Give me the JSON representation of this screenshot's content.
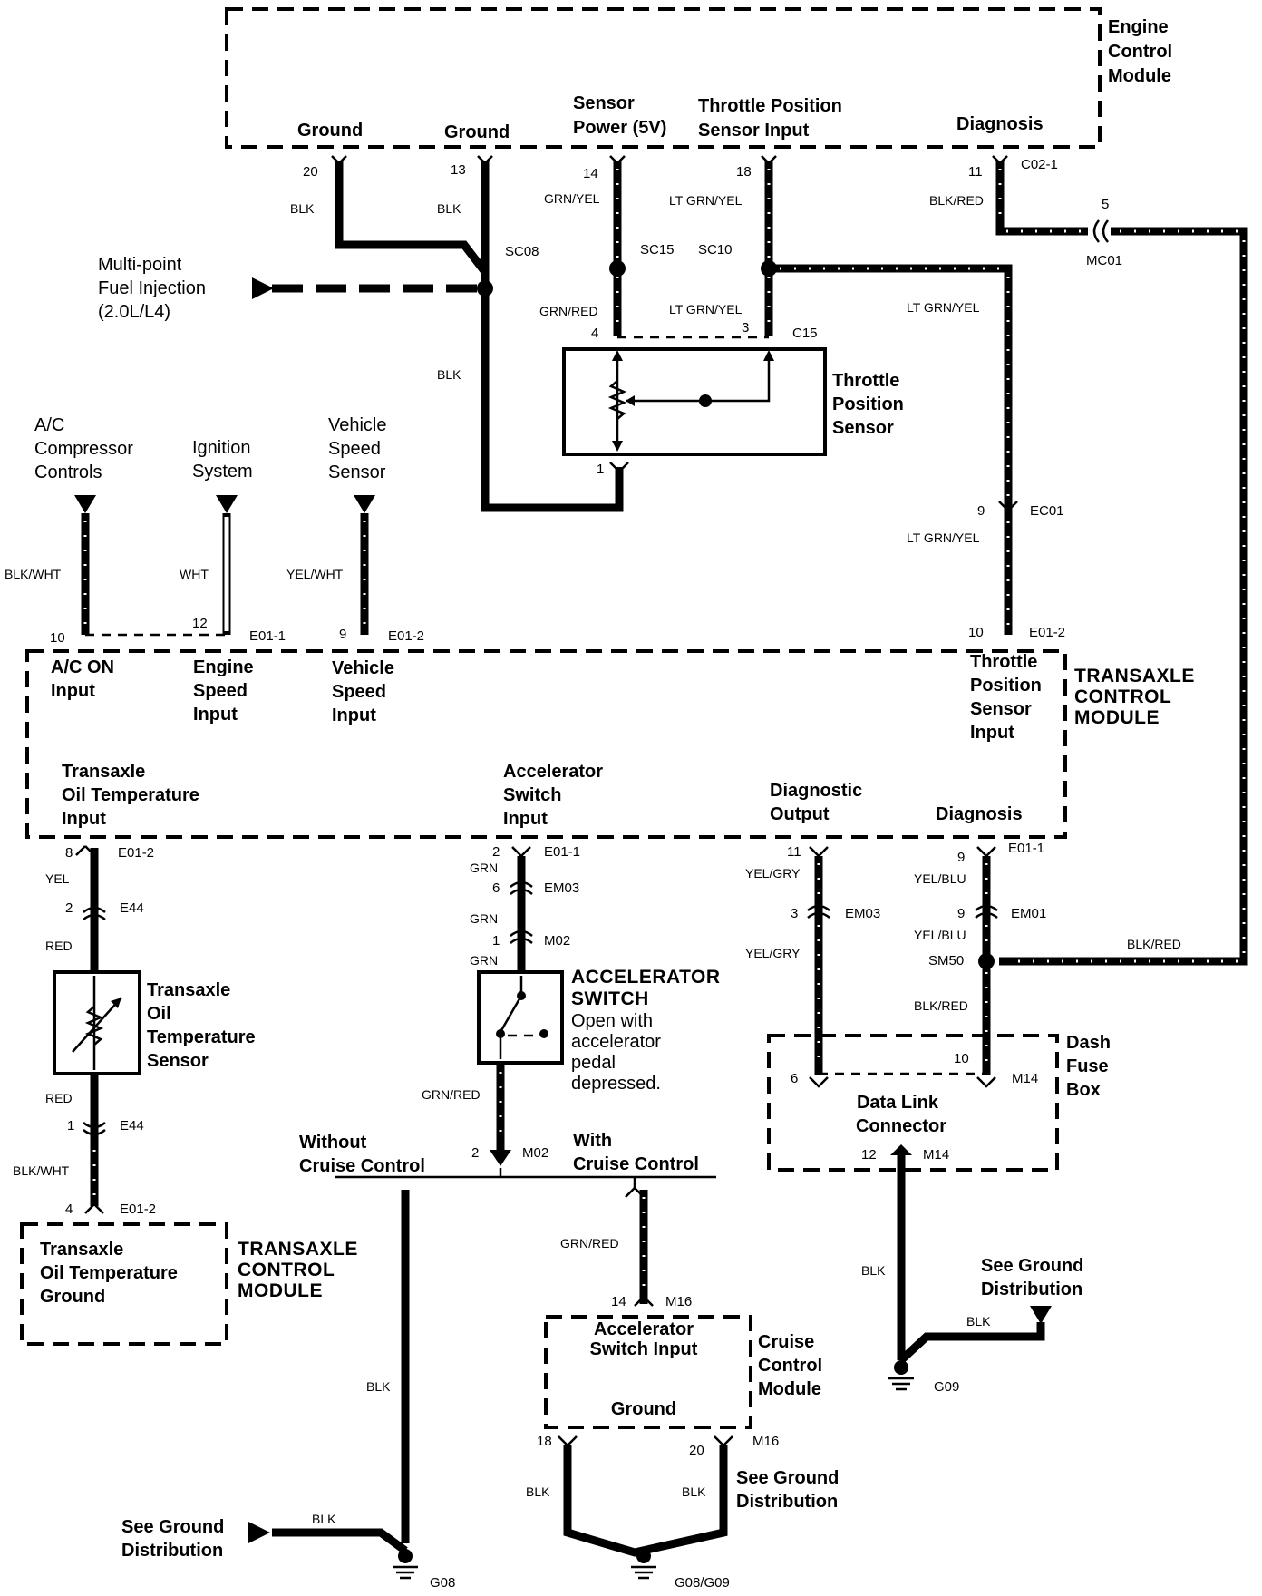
{
  "ecm": {
    "title_lines": [
      "Engine",
      "Control",
      "Module"
    ],
    "pins": {
      "ground1": "Ground",
      "ground2": "Ground",
      "sensor_power": [
        "Sensor",
        "Power (5V)"
      ],
      "tps_input": [
        "Throttle Position",
        "Sensor Input"
      ],
      "diagnosis": "Diagnosis"
    },
    "connector": "C02-1"
  },
  "tcm_main": {
    "title_lines": [
      "TRANSAXLE",
      "CONTROL",
      "MODULE"
    ],
    "inputs": {
      "ac_on": [
        "A/C ON",
        "Input"
      ],
      "engine_speed": [
        "Engine",
        "Speed",
        "Input"
      ],
      "vehicle_speed": [
        "Vehicle",
        "Speed",
        "Input"
      ],
      "tps": [
        "Throttle",
        "Position",
        "Sensor",
        "Input"
      ],
      "oil_temp": [
        "Transaxle",
        "Oil Temperature",
        "Input"
      ],
      "accel_switch": [
        "Accelerator",
        "Switch",
        "Input"
      ],
      "diag_output": [
        "Diagnostic",
        "Output"
      ],
      "diagnosis": "Diagnosis"
    }
  },
  "tcm_ground": {
    "box_lines": [
      "Transaxle",
      "Oil Temperature",
      "Ground"
    ],
    "title_lines": [
      "TRANSAXLE",
      "CONTROL",
      "MODULE"
    ]
  },
  "sources": {
    "mfi": [
      "Multi-point",
      "Fuel Injection",
      "(2.0L/L4)"
    ],
    "ac": [
      "A/C",
      "Compressor",
      "Controls"
    ],
    "ignition": [
      "Ignition",
      "System"
    ],
    "vss": [
      "Vehicle",
      "Speed",
      "Sensor"
    ]
  },
  "components": {
    "tps": [
      "Throttle",
      "Position",
      "Sensor"
    ],
    "oil_temp_sensor": [
      "Transaxle",
      "Oil",
      "Temperature",
      "Sensor"
    ],
    "accel_switch_title": [
      "ACCELERATOR",
      "SWITCH"
    ],
    "accel_switch_note": [
      "Open with",
      "accelerator",
      "pedal",
      "depressed."
    ],
    "dlc": [
      "Data Link",
      "Connector"
    ],
    "fuse_box": [
      "Dash",
      "Fuse",
      "Box"
    ],
    "cruise": [
      "Cruise",
      "Control",
      "Module"
    ],
    "cruise_input": [
      "Accelerator",
      "Switch Input"
    ],
    "cruise_ground": "Ground"
  },
  "branches": {
    "without": [
      "Without",
      "Cruise Control"
    ],
    "with": [
      "With",
      "Cruise Control"
    ]
  },
  "ground_refs": {
    "left": [
      "See Ground",
      "Distribution"
    ],
    "middle": [
      "See Ground",
      "Distribution"
    ],
    "right": [
      "See Ground",
      "Distribution"
    ]
  },
  "grounds": {
    "g08": "G08",
    "g08g09": "G08/G09",
    "g09": "G09"
  },
  "wire_colors": {
    "blk": "BLK",
    "grn_yel": "GRN/YEL",
    "lt_grn_yel": "LT GRN/YEL",
    "grn_red": "GRN/RED",
    "blk_red": "BLK/RED",
    "blk_wht": "BLK/WHT",
    "wht": "WHT",
    "yel_wht": "YEL/WHT",
    "yel": "YEL",
    "red": "RED",
    "grn": "GRN",
    "yel_gry": "YEL/GRY",
    "yel_blu": "YEL/BLU"
  },
  "pin_numbers": {
    "p20": "20",
    "p13": "13",
    "p14": "14",
    "p18": "18",
    "p11": "11",
    "p5": "5",
    "p4": "4",
    "p3": "3",
    "p1": "1",
    "p9": "9",
    "p10": "10",
    "p12": "12",
    "p8": "8",
    "p2": "2",
    "p6": "6"
  },
  "connectors": {
    "mc01": "MC01",
    "c15": "C15",
    "ec01": "EC01",
    "e01_1": "E01-1",
    "e01_2": "E01-2",
    "e44": "E44",
    "em03": "EM03",
    "m02": "M02",
    "em01": "EM01",
    "m14": "M14",
    "m16": "M16"
  },
  "splices": {
    "sc08": "SC08",
    "sc15": "SC15",
    "sc10": "SC10",
    "sm50": "SM50"
  }
}
